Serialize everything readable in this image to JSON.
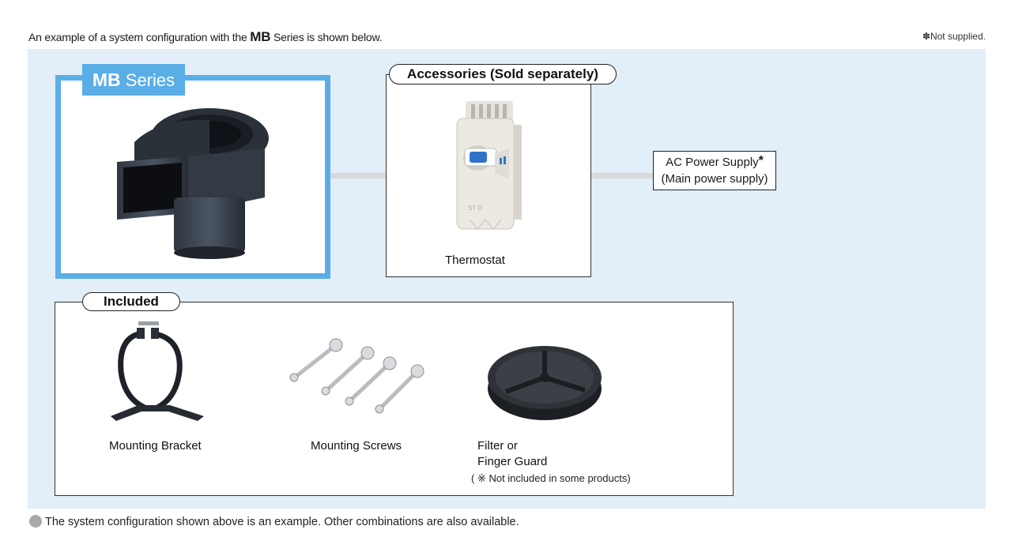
{
  "intro": {
    "prefix": "An example of a system configuration with the",
    "series": "MB",
    "suffix": "Series is shown below."
  },
  "top_note": "✽Not supplied.",
  "mb_section": {
    "tag_bold": "MB",
    "tag_rest": "Series",
    "image": "centrifugal-blower-icon"
  },
  "accessories": {
    "title": "Accessories (Sold separately)",
    "item_label": "Thermostat",
    "image": "thermostat-icon"
  },
  "power_supply": {
    "line1": "AC Power Supply",
    "mark": "*",
    "line2": "(Main power supply)"
  },
  "included": {
    "title": "Included",
    "items": [
      {
        "label": "Mounting Bracket",
        "image": "bracket-icon"
      },
      {
        "label": "Mounting Screws",
        "image": "screws-icon"
      },
      {
        "label_line1": "Filter or",
        "label_line2": "Finger Guard",
        "note": "( ※ Not included in some products)",
        "image": "filter-icon"
      }
    ]
  },
  "bottom_note": "The system configuration shown above is an example. Other combinations are also available.",
  "colors": {
    "panel_bg": "#e2eef8",
    "accent_blue": "#5aaee6",
    "connector_gray": "#d7d9db"
  }
}
